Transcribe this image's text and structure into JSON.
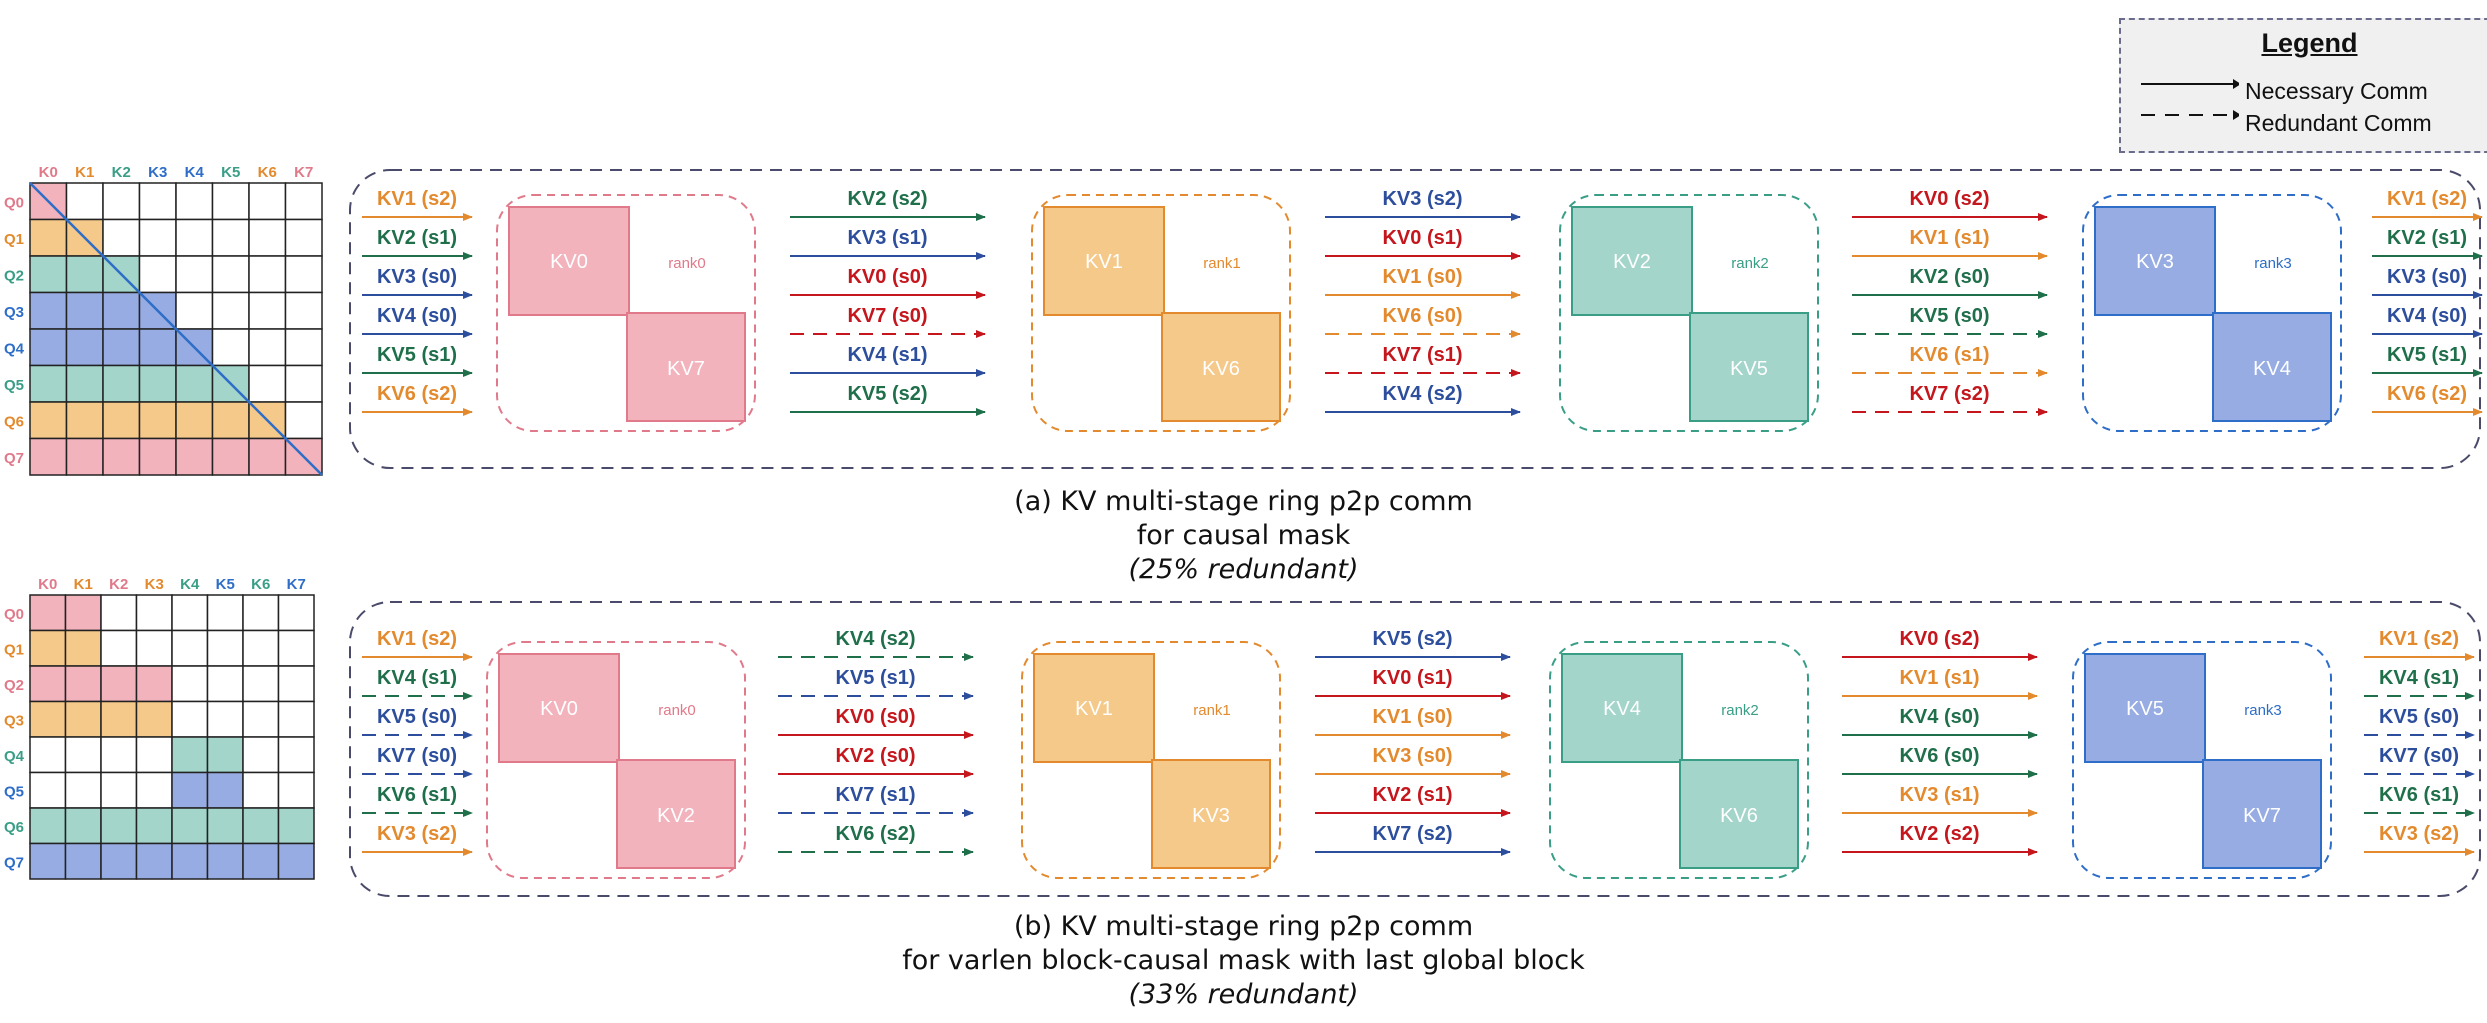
{
  "legend": {
    "title": "Legend",
    "necessary": "Necessary Comm",
    "redundant": "Redundant Comm"
  },
  "colors": {
    "pink": "#E07A8A",
    "pink_fill": "#F2B3BD",
    "orange": "#E38A2E",
    "orange_fill": "#F5C98A",
    "green": "#3A9E87",
    "green_fill": "#A3D5CB",
    "blue": "#2E6EC8",
    "blue_fill": "#97ACE2",
    "red": "#C4161C",
    "dark_green": "#1F6F4A",
    "navy": "#2C4E9C"
  },
  "panels": [
    {
      "caption": [
        "(a) KV multi-stage ring p2p comm",
        "for causal mask",
        "(25% redundant)"
      ],
      "grid": {
        "cols": [
          "K0",
          "K1",
          "K2",
          "K3",
          "K4",
          "K5",
          "K6",
          "K7"
        ],
        "rows": [
          "Q0",
          "Q1",
          "Q2",
          "Q3",
          "Q4",
          "Q5",
          "Q6",
          "Q7"
        ],
        "type": "causal"
      },
      "ranks": [
        {
          "name": "rank0",
          "kv": [
            "KV0",
            "KV7"
          ],
          "color": "pink"
        },
        {
          "name": "rank1",
          "kv": [
            "KV1",
            "KV6"
          ],
          "color": "orange"
        },
        {
          "name": "rank2",
          "kv": [
            "KV2",
            "KV5"
          ],
          "color": "green"
        },
        {
          "name": "rank3",
          "kv": [
            "KV3",
            "KV4"
          ],
          "color": "blue"
        }
      ],
      "comms": [
        [
          [
            "KV1 (s2)",
            "orange",
            false
          ],
          [
            "KV2 (s1)",
            "dark_green",
            false
          ],
          [
            "KV3 (s0)",
            "navy",
            false
          ],
          [
            "KV4 (s0)",
            "navy",
            false
          ],
          [
            "KV5 (s1)",
            "dark_green",
            false
          ],
          [
            "KV6 (s2)",
            "orange",
            false
          ]
        ],
        [
          [
            "KV2 (s2)",
            "dark_green",
            false
          ],
          [
            "KV3 (s1)",
            "navy",
            false
          ],
          [
            "KV0 (s0)",
            "red",
            false
          ],
          [
            "KV7 (s0)",
            "red",
            true
          ],
          [
            "KV4 (s1)",
            "navy",
            false
          ],
          [
            "KV5 (s2)",
            "dark_green",
            false
          ]
        ],
        [
          [
            "KV3 (s2)",
            "navy",
            false
          ],
          [
            "KV0 (s1)",
            "red",
            false
          ],
          [
            "KV1 (s0)",
            "orange",
            false
          ],
          [
            "KV6 (s0)",
            "orange",
            true
          ],
          [
            "KV7 (s1)",
            "red",
            true
          ],
          [
            "KV4 (s2)",
            "navy",
            false
          ]
        ],
        [
          [
            "KV0 (s2)",
            "red",
            false
          ],
          [
            "KV1 (s1)",
            "orange",
            false
          ],
          [
            "KV2 (s0)",
            "dark_green",
            false
          ],
          [
            "KV5 (s0)",
            "dark_green",
            true
          ],
          [
            "KV6 (s1)",
            "orange",
            true
          ],
          [
            "KV7 (s2)",
            "red",
            true
          ]
        ],
        [
          [
            "KV1 (s2)",
            "orange",
            false
          ],
          [
            "KV2 (s1)",
            "dark_green",
            false
          ],
          [
            "KV3 (s0)",
            "navy",
            false
          ],
          [
            "KV4 (s0)",
            "navy",
            false
          ],
          [
            "KV5 (s1)",
            "dark_green",
            false
          ],
          [
            "KV6 (s2)",
            "orange",
            false
          ]
        ]
      ]
    },
    {
      "caption": [
        "(b) KV multi-stage ring p2p comm",
        "for varlen block-causal mask with last global block",
        "(33% redundant)"
      ],
      "grid": {
        "cols": [
          "K0",
          "K1",
          "K2",
          "K3",
          "K4",
          "K5",
          "K6",
          "K7"
        ],
        "rows": [
          "Q0",
          "Q1",
          "Q2",
          "Q3",
          "Q4",
          "Q5",
          "Q6",
          "Q7"
        ],
        "type": "varlen"
      },
      "ranks": [
        {
          "name": "rank0",
          "kv": [
            "KV0",
            "KV2"
          ],
          "color": "pink"
        },
        {
          "name": "rank1",
          "kv": [
            "KV1",
            "KV3"
          ],
          "color": "orange"
        },
        {
          "name": "rank2",
          "kv": [
            "KV4",
            "KV6"
          ],
          "color": "green"
        },
        {
          "name": "rank3",
          "kv": [
            "KV5",
            "KV7"
          ],
          "color": "blue"
        }
      ],
      "comms": [
        [
          [
            "KV1 (s2)",
            "orange",
            false
          ],
          [
            "KV4 (s1)",
            "dark_green",
            true
          ],
          [
            "KV5 (s0)",
            "navy",
            true
          ],
          [
            "KV7 (s0)",
            "navy",
            true
          ],
          [
            "KV6 (s1)",
            "dark_green",
            true
          ],
          [
            "KV3 (s2)",
            "orange",
            false
          ]
        ],
        [
          [
            "KV4 (s2)",
            "dark_green",
            true
          ],
          [
            "KV5 (s1)",
            "navy",
            true
          ],
          [
            "KV0 (s0)",
            "red",
            false
          ],
          [
            "KV2 (s0)",
            "red",
            false
          ],
          [
            "KV7 (s1)",
            "navy",
            true
          ],
          [
            "KV6 (s2)",
            "dark_green",
            true
          ]
        ],
        [
          [
            "KV5 (s2)",
            "navy",
            false
          ],
          [
            "KV0 (s1)",
            "red",
            false
          ],
          [
            "KV1 (s0)",
            "orange",
            false
          ],
          [
            "KV3 (s0)",
            "orange",
            false
          ],
          [
            "KV2 (s1)",
            "red",
            false
          ],
          [
            "KV7 (s2)",
            "navy",
            false
          ]
        ],
        [
          [
            "KV0 (s2)",
            "red",
            false
          ],
          [
            "KV1 (s1)",
            "orange",
            false
          ],
          [
            "KV4 (s0)",
            "dark_green",
            false
          ],
          [
            "KV6 (s0)",
            "dark_green",
            false
          ],
          [
            "KV3 (s1)",
            "orange",
            false
          ],
          [
            "KV2 (s2)",
            "red",
            false
          ]
        ],
        [
          [
            "KV1 (s2)",
            "orange",
            false
          ],
          [
            "KV4 (s1)",
            "dark_green",
            true
          ],
          [
            "KV5 (s0)",
            "navy",
            true
          ],
          [
            "KV7 (s0)",
            "navy",
            true
          ],
          [
            "KV6 (s1)",
            "dark_green",
            true
          ],
          [
            "KV3 (s2)",
            "orange",
            false
          ]
        ]
      ]
    }
  ]
}
